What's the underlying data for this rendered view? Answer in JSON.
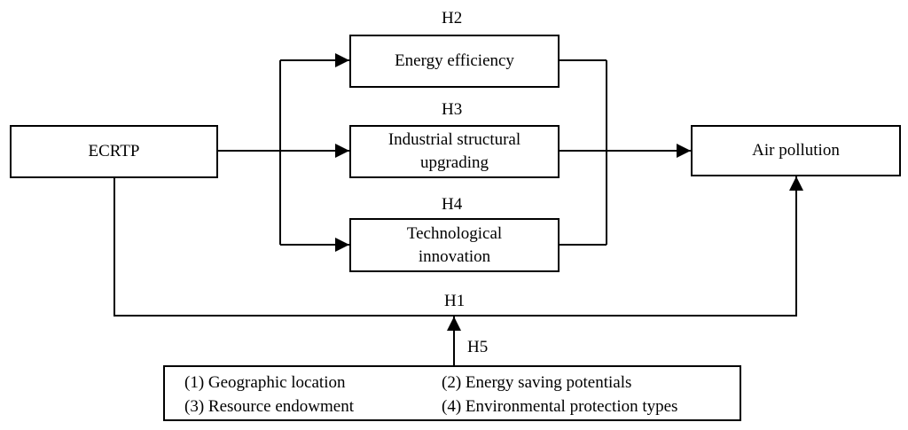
{
  "nodes": {
    "source": "ECRTP",
    "mediator_1": "Energy efficiency",
    "mediator_2": "Industrial structural upgrading",
    "mediator_3": "Technological innovation",
    "outcome": "Air pollution"
  },
  "hypotheses": {
    "h1": "H1",
    "h2": "H2",
    "h3": "H3",
    "h4": "H4",
    "h5": "H5"
  },
  "moderators": [
    "(1) Geographic location",
    "(2) Energy saving potentials",
    "(3) Resource endowment",
    "(4) Environmental protection types"
  ]
}
